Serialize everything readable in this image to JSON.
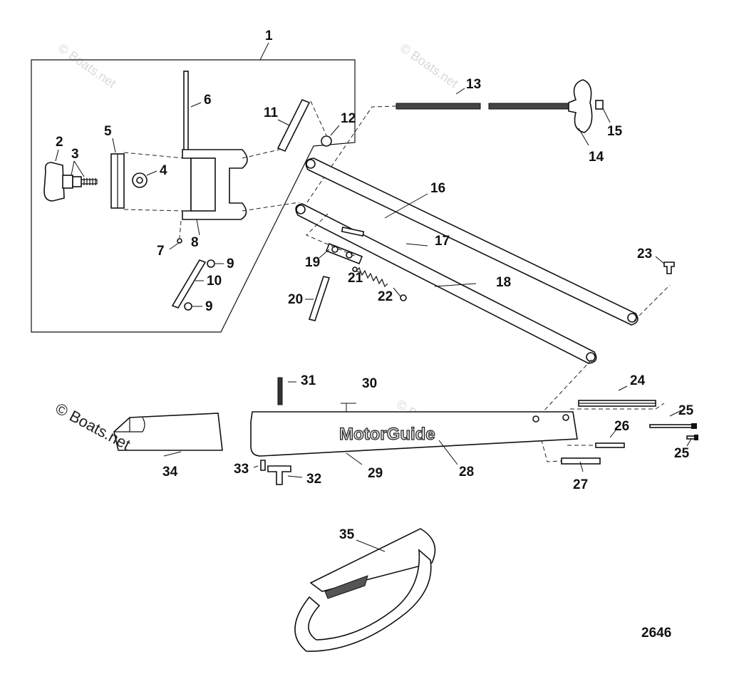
{
  "callouts": [
    "1",
    "2",
    "3",
    "4",
    "5",
    "6",
    "7",
    "8",
    "9",
    "9",
    "10",
    "11",
    "12",
    "13",
    "14",
    "15",
    "16",
    "17",
    "18",
    "19",
    "20",
    "21",
    "22",
    "23",
    "24",
    "25",
    "25",
    "26",
    "27",
    "28",
    "29",
    "30",
    "31",
    "32",
    "33",
    "34",
    "35"
  ],
  "brand_text": "MotorGuide",
  "figure_number": "2646",
  "copyright_text": "© Boats.net",
  "watermark_text": "© Boats.net",
  "colors": {
    "line": "#111111",
    "background": "#ffffff",
    "watermark": "#d9d9d9"
  }
}
